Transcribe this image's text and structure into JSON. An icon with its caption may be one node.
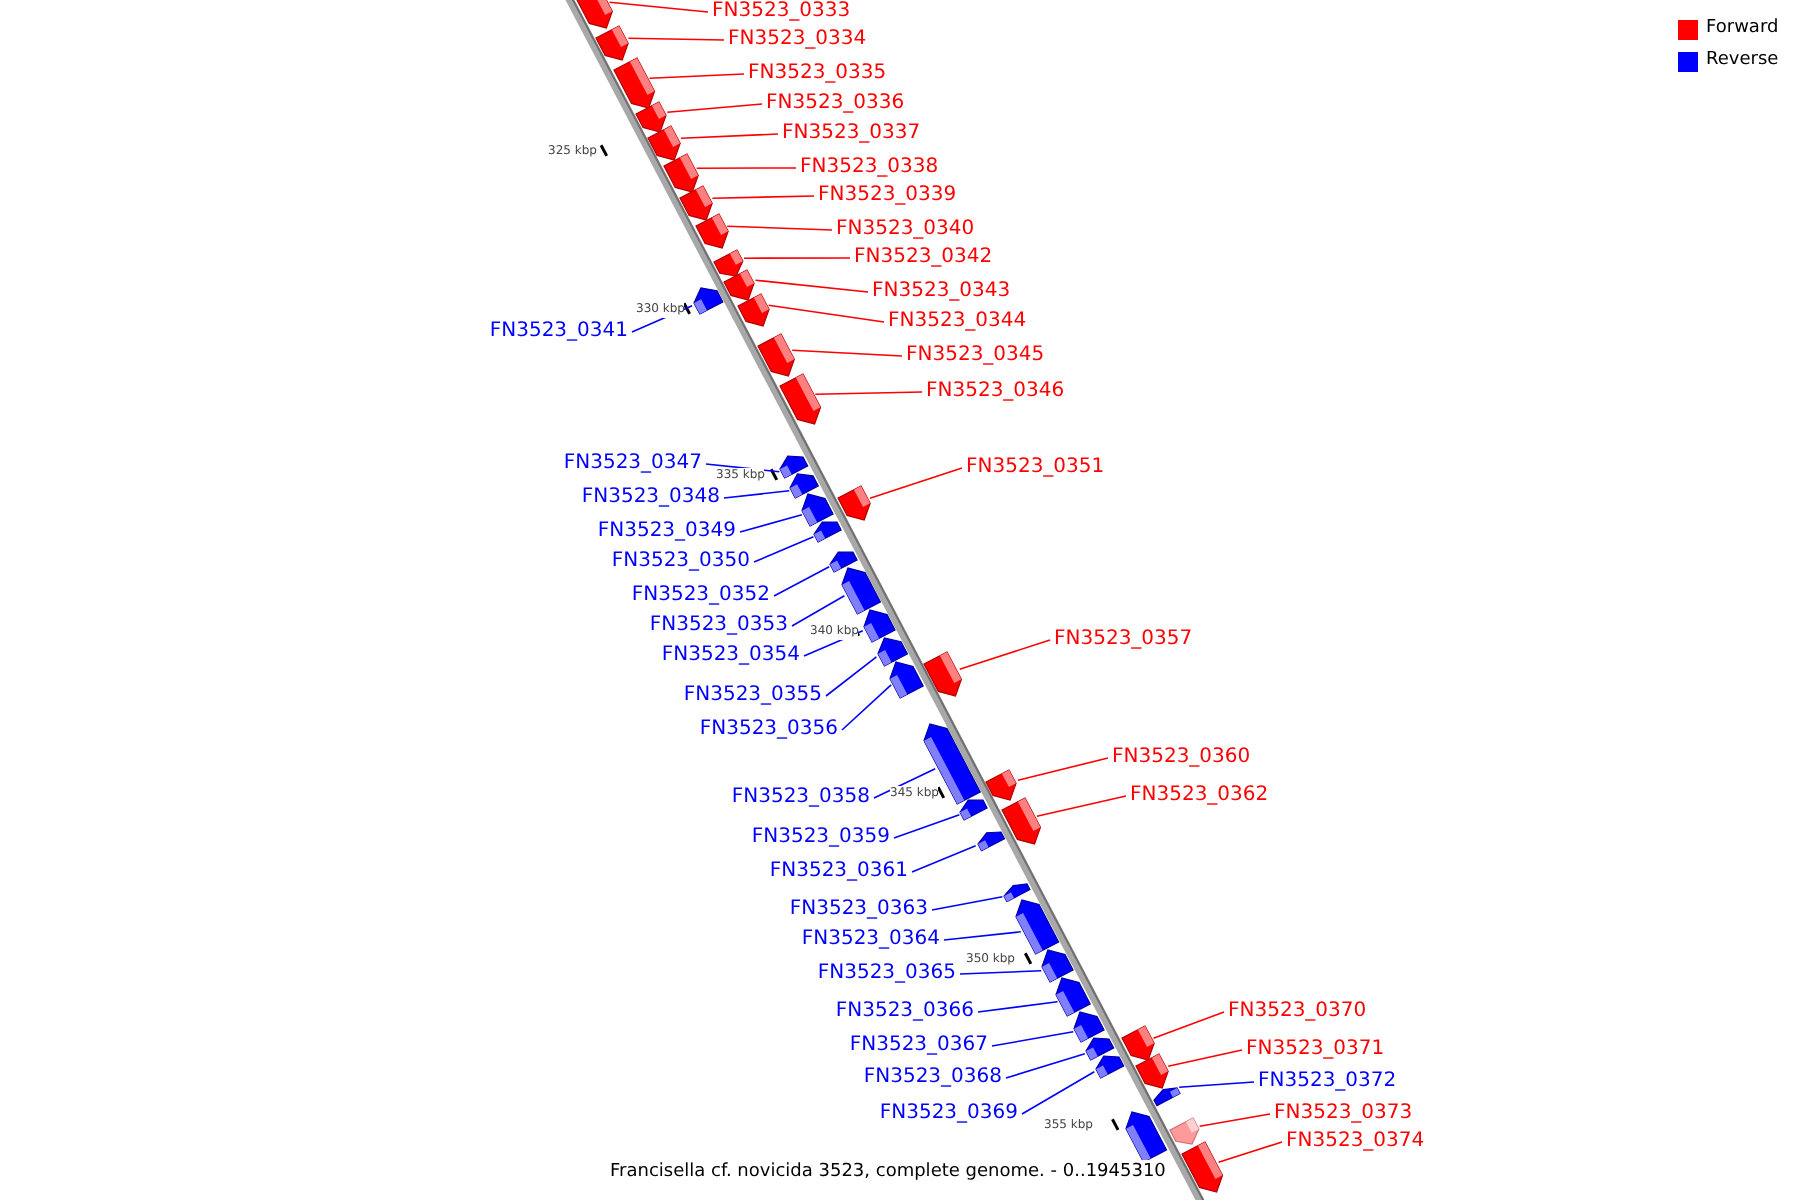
{
  "diagram": {
    "caption": "Francisella cf. novicida 3523, complete genome. - 0..1945310",
    "nodes": [
      {
        "text": [
          "FN3523_0333"
        ]
      },
      {
        "text": [],
        "shape": "box"
      },
      {
        "text": [
          "FN3523_0334"
        ]
      },
      {
        "text": [],
        "shape": "box"
      },
      {
        "text": [
          "FN3523_0335"
        ]
      },
      {
        "text": [],
        "shape": "box"
      },
      {
        "text": [
          "FN3523_0336"
        ]
      },
      {
        "text": [],
        "shape": "box"
      },
      {
        "text": [
          "FN3523_0337"
        ]
      },
      {
        "text": [],
        "shape": "box"
      },
      {
        "text": [
          "FN3523_0338"
        ]
      },
      {
        "text": [],
        "shape": "box"
      },
      {
        "text": [
          "FN3523_0339"
        ]
      },
      {
        "text": [],
        "shape": "box"
      },
      {
        "text": [
          "FN3523_0340"
        ]
      },
      {
        "text": [],
        "shape": "box"
      },
      {
        "text": [
          "FN3523_0341"
        ]
      },
      {
        "text": [],
        "shape": "box"
      },
      {
        "text": [
          "FN3523_0342"
        ]
      },
      {
        "text": [],
        "shape": "box"
      },
      {
        "text": [
          "FN3523_0343"
        ]
      },
      {
        "text": [],
        "shape": "box"
      },
      {
        "text": [
          "FN3523_0344"
        ]
      },
      {
        "text": [],
        "shape": "box"
      },
      {
        "text": [
          "FN3523_0345"
        ]
      },
      {
        "text": [],
        "shape": "box"
      },
      {
        "text": [
          "FN3523_0346"
        ]
      },
      {
        "text": [],
        "shape": "box"
      },
      {
        "text": [
          "FN3523_0347"
        ]
      },
      {
        "text": [],
        "shape": "box"
      },
      {
        "text": [
          "FN3523_0348"
        ]
      },
      {
        "text": [],
        "shape": "box"
      },
      {
        "text": [
          "FN3523_0349"
        ]
      },
      {
        "text": [],
        "shape": "box"
      },
      {
        "text": [
          "FN3523_0350"
        ]
      },
      {
        "text": [],
        "shape": "box"
      },
      {
        "text": [
          "FN3523_0351"
        ]
      },
      {
        "text": [],
        "shape": "box"
      },
      {
        "text": [
          "FN3523_0352"
        ]
      },
      {
        "text": [],
        "shape": "box"
      },
      {
        "text": [
          "FN3523_0353"
        ]
      },
      {
        "text": [],
        "shape": "box"
      },
      {
        "text": [
          "FN3523_0354"
        ]
      },
      {
        "text": [],
        "shape": "box"
      },
      {
        "text": [
          "FN3523_0355"
        ]
      },
      {
        "text": [],
        "shape": "box"
      },
      {
        "text": [
          "FN3523_0356"
        ]
      },
      {
        "text": [],
        "shape": "box"
      },
      {
        "text": [
          "FN3523_0357"
        ]
      },
      {
        "text": [],
        "shape": "box"
      },
      {
        "text": [
          "FN3523_0358"
        ]
      },
      {
        "text": [],
        "shape": "box"
      },
      {
        "text": [
          "FN3523_0359"
        ]
      },
      {
        "text": [],
        "shape": "box"
      },
      {
        "text": [
          "FN3523_0360"
        ]
      },
      {
        "text": [],
        "shape": "box"
      },
      {
        "text": [
          "FN3523_0361"
        ]
      },
      {
        "text": [],
        "shape": "box"
      },
      {
        "text": [
          "FN3523_0362"
        ]
      },
      {
        "text": [],
        "shape": "box"
      },
      {
        "text": [
          "FN3523_0363"
        ]
      },
      {
        "text": [],
        "shape": "box"
      },
      {
        "text": [
          "FN3523_0364"
        ]
      },
      {
        "text": [],
        "shape": "box"
      },
      {
        "text": [
          "FN3523_0365"
        ]
      },
      {
        "text": [],
        "shape": "box"
      },
      {
        "text": [
          "FN3523_0366"
        ]
      },
      {
        "text": [],
        "shape": "box"
      },
      {
        "text": [
          "FN3523_0367"
        ]
      },
      {
        "text": [],
        "shape": "box"
      },
      {
        "text": [
          "FN3523_0368"
        ]
      },
      {
        "text": [],
        "shape": "box"
      },
      {
        "text": [
          "FN3523_0369"
        ]
      },
      {
        "text": [],
        "shape": "box"
      },
      {
        "text": [],
        "shape": "box"
      },
      {
        "text": [
          "FN3523_0370"
        ]
      },
      {
        "text": [],
        "shape": "box"
      },
      {
        "text": [
          "FN3523_0371"
        ]
      },
      {
        "text": [],
        "shape": "box"
      },
      {
        "text": [
          "FN3523_0372"
        ]
      },
      {
        "text": [],
        "shape": "box"
      },
      {
        "text": [
          "FN3523_0373"
        ]
      },
      {
        "text": [],
        "shape": "box"
      },
      {
        "text": [
          "FN3523_0374"
        ]
      },
      {
        "text": [],
        "shape": "box"
      }
    ],
    "edges": [
      {
        "from": 0,
        "to": 1,
        "arrow": "none",
        "color": "#ff0000"
      },
      {
        "from": 2,
        "to": 3,
        "arrow": "none",
        "color": "#ff0000"
      },
      {
        "from": 4,
        "to": 5,
        "arrow": "none",
        "color": "#ff0000"
      },
      {
        "from": 6,
        "to": 7,
        "arrow": "none",
        "color": "#ff0000"
      },
      {
        "from": 8,
        "to": 9,
        "arrow": "none",
        "color": "#ff0000"
      },
      {
        "from": 10,
        "to": 11,
        "arrow": "none",
        "color": "#ff0000"
      },
      {
        "from": 12,
        "to": 13,
        "arrow": "none",
        "color": "#ff0000"
      },
      {
        "from": 14,
        "to": 15,
        "arrow": "none",
        "color": "#ff0000"
      },
      {
        "from": 16,
        "to": 17,
        "arrow": "none",
        "color": "#0000ff"
      },
      {
        "from": 18,
        "to": 19,
        "arrow": "none",
        "color": "#ff0000"
      },
      {
        "from": 20,
        "to": 21,
        "arrow": "none",
        "color": "#ff0000"
      },
      {
        "from": 22,
        "to": 23,
        "arrow": "none",
        "color": "#ff0000"
      },
      {
        "from": 24,
        "to": 25,
        "arrow": "none",
        "color": "#ff0000"
      },
      {
        "from": 26,
        "to": 27,
        "arrow": "none",
        "color": "#ff0000"
      },
      {
        "from": 28,
        "to": 29,
        "arrow": "none",
        "color": "#0000ff"
      },
      {
        "from": 30,
        "to": 31,
        "arrow": "none",
        "color": "#0000ff"
      },
      {
        "from": 32,
        "to": 33,
        "arrow": "none",
        "color": "#0000ff"
      },
      {
        "from": 34,
        "to": 35,
        "arrow": "none",
        "color": "#0000ff"
      },
      {
        "from": 36,
        "to": 37,
        "arrow": "none",
        "color": "#ff0000"
      },
      {
        "from": 38,
        "to": 39,
        "arrow": "none",
        "color": "#0000ff"
      },
      {
        "from": 40,
        "to": 41,
        "arrow": "none",
        "color": "#0000ff"
      },
      {
        "from": 42,
        "to": 43,
        "arrow": "none",
        "color": "#0000ff"
      },
      {
        "from": 44,
        "to": 45,
        "arrow": "none",
        "color": "#0000ff"
      },
      {
        "from": 46,
        "to": 47,
        "arrow": "none",
        "color": "#0000ff"
      },
      {
        "from": 48,
        "to": 49,
        "arrow": "none",
        "color": "#ff0000"
      },
      {
        "from": 50,
        "to": 51,
        "arrow": "none",
        "color": "#0000ff"
      },
      {
        "from": 52,
        "to": 53,
        "arrow": "none",
        "color": "#0000ff"
      },
      {
        "from": 54,
        "to": 55,
        "arrow": "none",
        "color": "#ff0000"
      },
      {
        "from": 56,
        "to": 57,
        "arrow": "none",
        "color": "#0000ff"
      },
      {
        "from": 58,
        "to": 59,
        "arrow": "none",
        "color": "#ff0000"
      },
      {
        "from": 60,
        "to": 61,
        "arrow": "none",
        "color": "#0000ff"
      },
      {
        "from": 62,
        "to": 63,
        "arrow": "none",
        "color": "#0000ff"
      },
      {
        "from": 64,
        "to": 65,
        "arrow": "none",
        "color": "#0000ff"
      },
      {
        "from": 66,
        "to": 67,
        "arrow": "none",
        "color": "#0000ff"
      },
      {
        "from": 68,
        "to": 69,
        "arrow": "none",
        "color": "#0000ff"
      },
      {
        "from": 70,
        "to": 71,
        "arrow": "none",
        "color": "#0000ff"
      },
      {
        "from": 72,
        "to": 73,
        "arrow": "none",
        "color": "#0000ff"
      },
      {
        "from": 75,
        "to": 76,
        "arrow": "none",
        "color": "#ff0000"
      },
      {
        "from": 77,
        "to": 78,
        "arrow": "none",
        "color": "#ff0000"
      },
      {
        "from": 79,
        "to": 80,
        "arrow": "none",
        "color": "#0000ff"
      },
      {
        "from": 81,
        "to": 82,
        "arrow": "none",
        "color": "#ff0000"
      },
      {
        "from": 83,
        "to": 84,
        "arrow": "none",
        "color": "#ff0000"
      }
    ],
    "labels": [
      "325 kbp",
      "330 kbp",
      "335 kbp",
      "340 kbp",
      "345 kbp",
      "350 kbp",
      "355 kbp"
    ],
    "legend": [
      {
        "text": "Forward",
        "color": "#ff0000"
      },
      {
        "text": "Reverse",
        "color": "#0000ff"
      }
    ]
  }
}
